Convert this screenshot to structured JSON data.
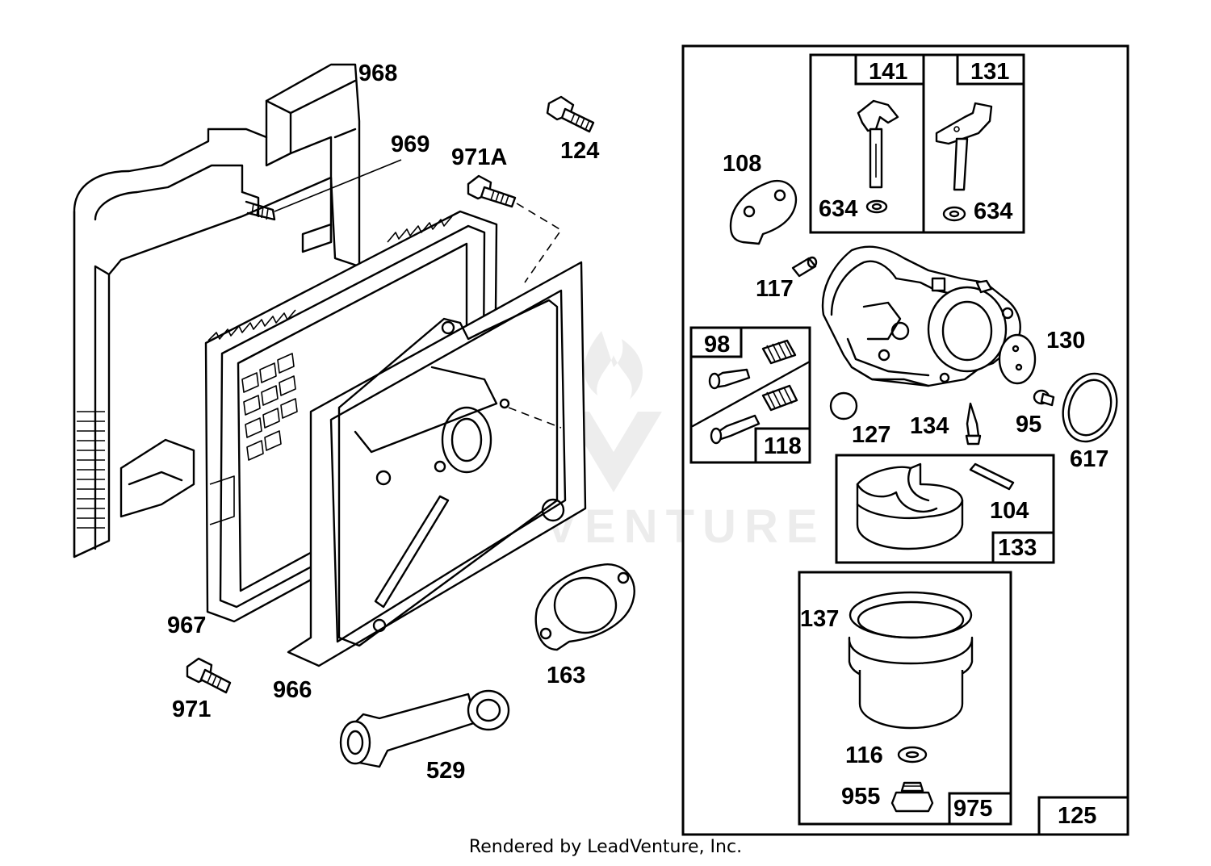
{
  "footer": "Rendered by LeadVenture, Inc.",
  "watermark": "LEADVENTURE",
  "labels": {
    "p968": "968",
    "p969": "969",
    "p971A": "971A",
    "p124": "124",
    "p967": "967",
    "p966": "966",
    "p971": "971",
    "p163": "163",
    "p529": "529",
    "p108": "108",
    "p117": "117",
    "p130": "130",
    "p127": "127",
    "p134": "134",
    "p95": "95",
    "p617": "617",
    "p104": "104",
    "p137": "137",
    "p116": "116",
    "p955": "955",
    "p634a": "634",
    "p634b": "634"
  },
  "kits": {
    "k141": "141",
    "k131": "131",
    "k98": "98",
    "k118": "118",
    "k133": "133",
    "k975": "975",
    "k125": "125"
  }
}
